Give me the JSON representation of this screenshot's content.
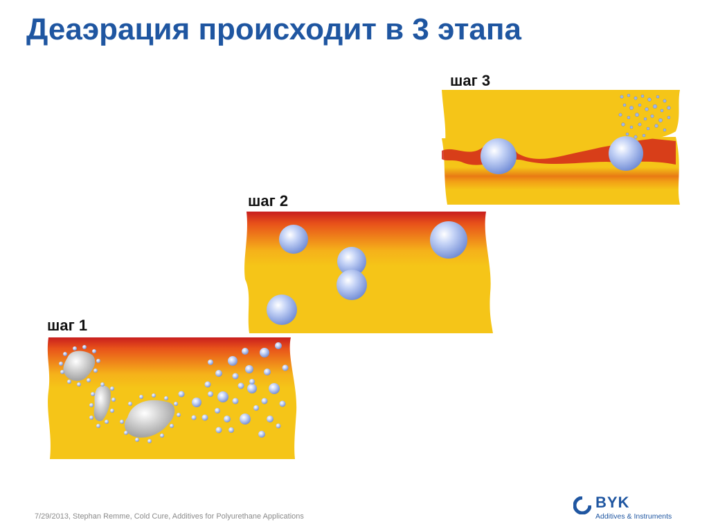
{
  "title": "Деаэрация происходит в 3 этапа",
  "steps": [
    {
      "label": "шаг 1"
    },
    {
      "label": "шаг 2"
    },
    {
      "label": "шаг 3"
    }
  ],
  "footer": "7/29/2013, Stephan Remme, Cold Cure, Additives for Polyurethane Applications",
  "logo": {
    "name": "BYK",
    "tagline": "Additives & Instruments",
    "icon": "byk-logo-icon"
  },
  "colors": {
    "title": "#1f56a1",
    "liquid": "#f5c518",
    "liquid_hot": "#c81e1e",
    "liquid_mid": "#f08a14",
    "bubble": "#8fa9e6",
    "air_pocket": "#b8b8b8",
    "brand": "#1f56a1"
  }
}
